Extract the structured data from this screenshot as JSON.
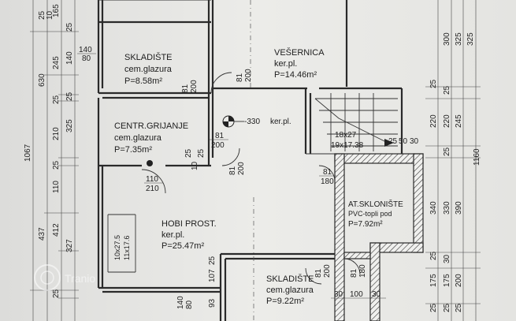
{
  "rooms": {
    "skladiste1": {
      "name": "SKLADIŠTE",
      "floor": "cem.glazura",
      "area": "P=8.58m²"
    },
    "vesernica": {
      "name": "VEŠERNICA",
      "floor": "ker.pl.",
      "area": "P=14.46m²"
    },
    "centr": {
      "name": "CENTR.GRIJANJE",
      "floor": "cem.glazura",
      "area": "P=7.35m²"
    },
    "hobi": {
      "name": "HOBI PROST.",
      "floor": "ker.pl.",
      "area": "P=25.47m²"
    },
    "sklonista": {
      "name": "AT.SKLONIŠTE",
      "floor": "PVC-topli pod",
      "area": "P=7.92m²"
    },
    "skladiste2": {
      "name": "SKLADIŠTE",
      "floor": "cem.glazura",
      "area": "P=9.22m²"
    }
  },
  "corridor_floor": "ker.pl.",
  "level": "-330",
  "stair": {
    "top": "18x27",
    "bottom": "19x17.38"
  },
  "stair2": {
    "a": "10x27.5",
    "b": "11x17.6"
  },
  "doors": [
    {
      "w": "140",
      "h": "80"
    },
    {
      "w": "81",
      "h": "200"
    },
    {
      "w": "81",
      "h": "200"
    },
    {
      "w": "81",
      "h": "200"
    },
    {
      "w": "81",
      "h": "200"
    },
    {
      "w": "110",
      "h": "210"
    },
    {
      "w": "81",
      "h": "180"
    },
    {
      "w": "81",
      "h": "180"
    },
    {
      "w": "81",
      "h": "200"
    },
    {
      "w": "140",
      "h": "80"
    }
  ],
  "dims_left": {
    "outer": "1067",
    "col2": [
      "630",
      "437"
    ],
    "col3": [
      "245",
      "25",
      "210",
      "25",
      "110",
      "412",
      "25"
    ],
    "col4": [
      "25",
      "140",
      "25",
      "325",
      "327"
    ],
    "top": [
      "25",
      "10",
      "165"
    ]
  },
  "dims_right": {
    "col1": [
      "25",
      "220",
      "340",
      "25",
      "175",
      "25"
    ],
    "col2": [
      "300",
      "25",
      "220",
      "25",
      "330",
      "30",
      "175",
      "25"
    ],
    "col3": [
      "325",
      "245",
      "390",
      "200",
      "25"
    ],
    "col4": [
      "325",
      "1160"
    ]
  },
  "dims_misc": {
    "sklon_side": [
      "25",
      "50",
      "30"
    ],
    "wall_small": [
      "25",
      "10",
      "25"
    ],
    "bottom": [
      "30",
      "100",
      "30"
    ],
    "sklad2_left": [
      "25",
      "107",
      "93"
    ]
  },
  "watermark": "Tranio"
}
